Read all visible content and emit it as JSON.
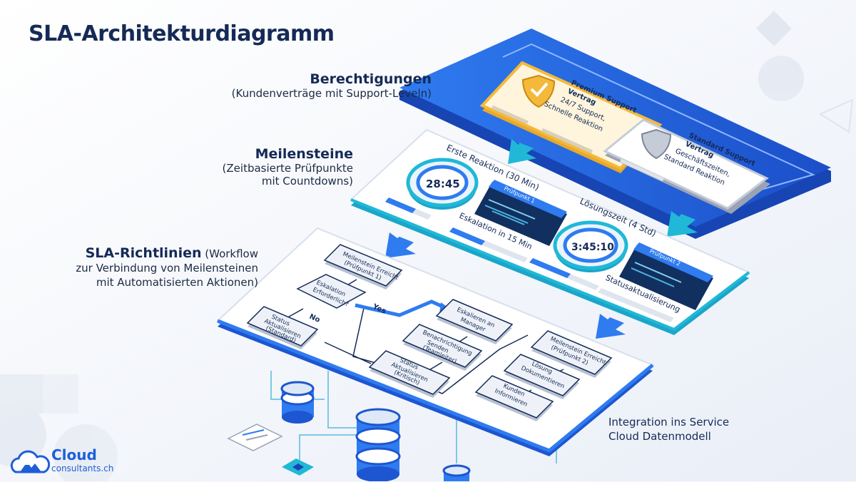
{
  "title": "SLA-Architekturdiagramm",
  "sections": {
    "berechtigungen": {
      "heading": "Berechtigungen",
      "sub": "(Kundenverträge mit Support-Leveln)"
    },
    "meilensteine": {
      "heading": "Meilensteine",
      "sub1": "(Zeitbasierte Prüfpunkte",
      "sub2": "mit Countdowns)"
    },
    "richtlinien": {
      "heading": "SLA-Richtlinien",
      "heading_tail": " (Workflow",
      "sub1": "zur Verbindung von Meilensteinen",
      "sub2": "mit Automatisierten Aktionen)"
    },
    "integration": {
      "line1": "Integration ins Service",
      "line2": "Cloud Datenmodell"
    }
  },
  "contracts": {
    "premium": {
      "title1": "Premium Support",
      "title2": "Vertrag",
      "line1": "24/7 Support,",
      "line2": "Schnelle Reaktion"
    },
    "standard": {
      "title1": "Standard Support",
      "title2": "Vertrag",
      "line1": "Geschäftszeiten,",
      "line2": "Standard Reaktion"
    }
  },
  "milestones": {
    "first_response_label": "Erste Reaktion (30 Min)",
    "timer1": "28:45",
    "checkpoint1": "Prüfpunkt 1",
    "escalation": "Eskalation in 15 Min",
    "resolution_label": "Lösungszeit (4 Std)",
    "timer2": "3:45:10",
    "checkpoint2": "Prüfpunkt 2",
    "status_update": "Statusaktualisierung"
  },
  "workflow": {
    "m1": [
      "Meilenstein Erreicht",
      "(Prüfpunkt 1)"
    ],
    "decision": [
      "Eskalation",
      "Erforderlich?"
    ],
    "no": "No",
    "yes": "Yes",
    "status_std": [
      "Status",
      "Aktualisieren",
      "(Standard)"
    ],
    "escalate": [
      "Eskalieren an",
      "Manager"
    ],
    "notify": [
      "Benachrichtigung",
      "Senden",
      "(Teamleiter)"
    ],
    "status_crit": [
      "Status",
      "Aktualisieren",
      "(Kritisch)"
    ],
    "m2": [
      "Meilenstein Erreicht",
      "(Prüfpunkt 2)"
    ],
    "solution": [
      "Lösung",
      "Dokumentieren"
    ],
    "inform": [
      "Kunden",
      "Informieren"
    ]
  },
  "logo": {
    "name": "Cloud",
    "domain": "consultants.ch"
  },
  "colors": {
    "navy": "#152a56",
    "blue": "#1e5fd8",
    "teal": "#21b8d8",
    "gold": "#f4b93a"
  }
}
